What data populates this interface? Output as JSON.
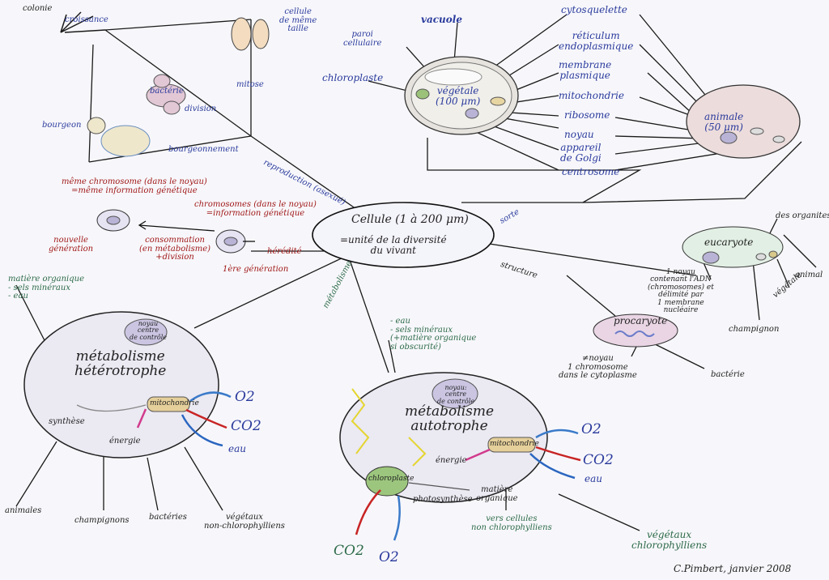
{
  "center": {
    "title": "Cellule  (1 à 200 μm)",
    "subtitle": "=unité de la diversité\ndu vivant"
  },
  "top_left": {
    "growth_arrow": "croissance",
    "colony": "colonie",
    "cell_mitosis": "cellule\nde même\ntaille",
    "bacteria": "bactérie",
    "division": "division",
    "mitosis": "mitose",
    "bud": "bourgeon",
    "budding": "bourgeonnement",
    "reproduction": "reproduction (asexué)"
  },
  "heredity": {
    "same_chromosome": "même chromosome (dans le noyau)\n=même information génétique",
    "chromosomes": "chromosomes (dans le noyau)\n=information génétique",
    "new_generation": "nouvelle\ngénération",
    "consumption": "consommation\n(en métabolisme)\n+division",
    "first_generation": "1ère génération",
    "heredity": "hérédité"
  },
  "cell_types": {
    "vacuole": "vacuole",
    "wall": "paroi\ncellulaire",
    "chloroplast": "chloroplaste",
    "plant": "végétale\n(100 μm)",
    "animal": "animale\n(50 μm)",
    "cytoskeleton": "cytosquelette",
    "er": "réticulum\nendoplasmique",
    "membrane": "membrane\nplasmique",
    "mitochondria": "mitochondrie",
    "ribosome": "ribosome",
    "nucleus": "noyau",
    "golgi": "appareil\nde Golgi",
    "centrosome": "centrosome"
  },
  "structure": {
    "label": "structure",
    "sorte": "sorte",
    "organites": "des organites",
    "eucaryote": "eucaryote",
    "eu_desc": "1 noyau\ncontenant l'ADN\n(chromosomes) et\ndélimité par\n1 membrane\nnucléaire",
    "animal": "animal",
    "vegetal": "végétale",
    "champignon": "champignon",
    "procaryote": "procaryote",
    "pro_desc": "≠noyau\n1 chromosome\ndans le cytoplasme",
    "bacterie": "bactérie"
  },
  "hetero": {
    "inputs": "matière organique\n- sels minéraux\n- eau",
    "nucleus": "noyau\ncentre\nde contrôle",
    "title": "métabolisme\nhétérotrophe",
    "synthese": "synthèse",
    "mito": "mitochondrie",
    "energie": "énergie",
    "o2": "O2",
    "co2": "CO2",
    "eau": "eau",
    "animales": "animales",
    "champignons": "champignons",
    "bacteries": "bactéries",
    "vegetaux": "végétaux\nnon-chlorophylliens"
  },
  "auto": {
    "inputs": "- eau\n- sels minéraux\n(+matière organique\nsi obscurité)",
    "nucleus": "noyau:\ncentre\nde contrôle",
    "title": "métabolisme\nautotrophe",
    "mito": "mitochondrie",
    "energie": "énergie",
    "chloro": "chloroplaste",
    "photo": "photosynthèse",
    "matiere": "matière\norganique",
    "o2": "O2",
    "co2": "CO2",
    "eau": "eau",
    "co2b": "CO2",
    "o2b": "O2",
    "vers": "vers cellules\nnon chlorophylliens",
    "vegetaux": "végétaux\nchlorophylliens"
  },
  "metab_label": "métabolisme",
  "signature": "C.Pimbert, janvier 2008"
}
